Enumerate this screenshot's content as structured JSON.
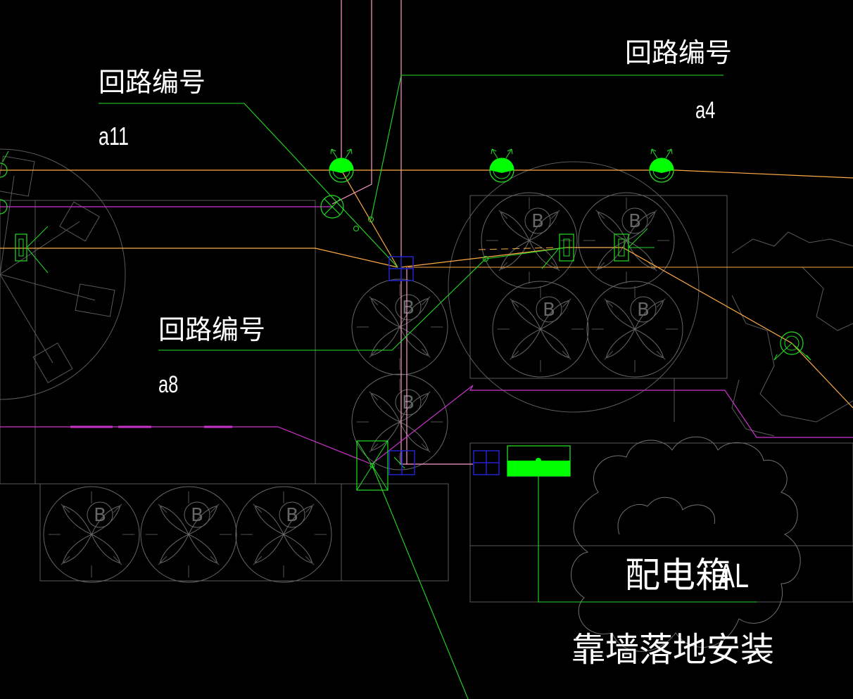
{
  "colors": {
    "background": "#000000",
    "wire_green": "#22dd22",
    "wire_magenta": "#cc33cc",
    "wire_orange": "#ffaa44",
    "wire_pink": "#ff99cc",
    "symbol_blue": "#2222cc",
    "fixture_green": "#00ff00",
    "plant_grey": "#6a6a6a",
    "text_white": "#ffffff"
  },
  "labels": {
    "circuit_label_a11": "回路编号",
    "circuit_num_a11": "a11",
    "circuit_label_a4": "回路编号",
    "circuit_num_a4": "a4",
    "circuit_label_a8": "回路编号",
    "circuit_num_a8": "a8",
    "distribution_box": "配电箱",
    "distribution_box_id": "AL",
    "mounting_note": "靠墙落地安装"
  },
  "symbols": {
    "tree_marker": "B",
    "spotlight_icon": "floor-spotlight-icon",
    "wall_lamp_icon": "wall-lamp-icon",
    "junction_box_icon": "junction-box-icon",
    "panel_icon": "distribution-panel-icon"
  }
}
